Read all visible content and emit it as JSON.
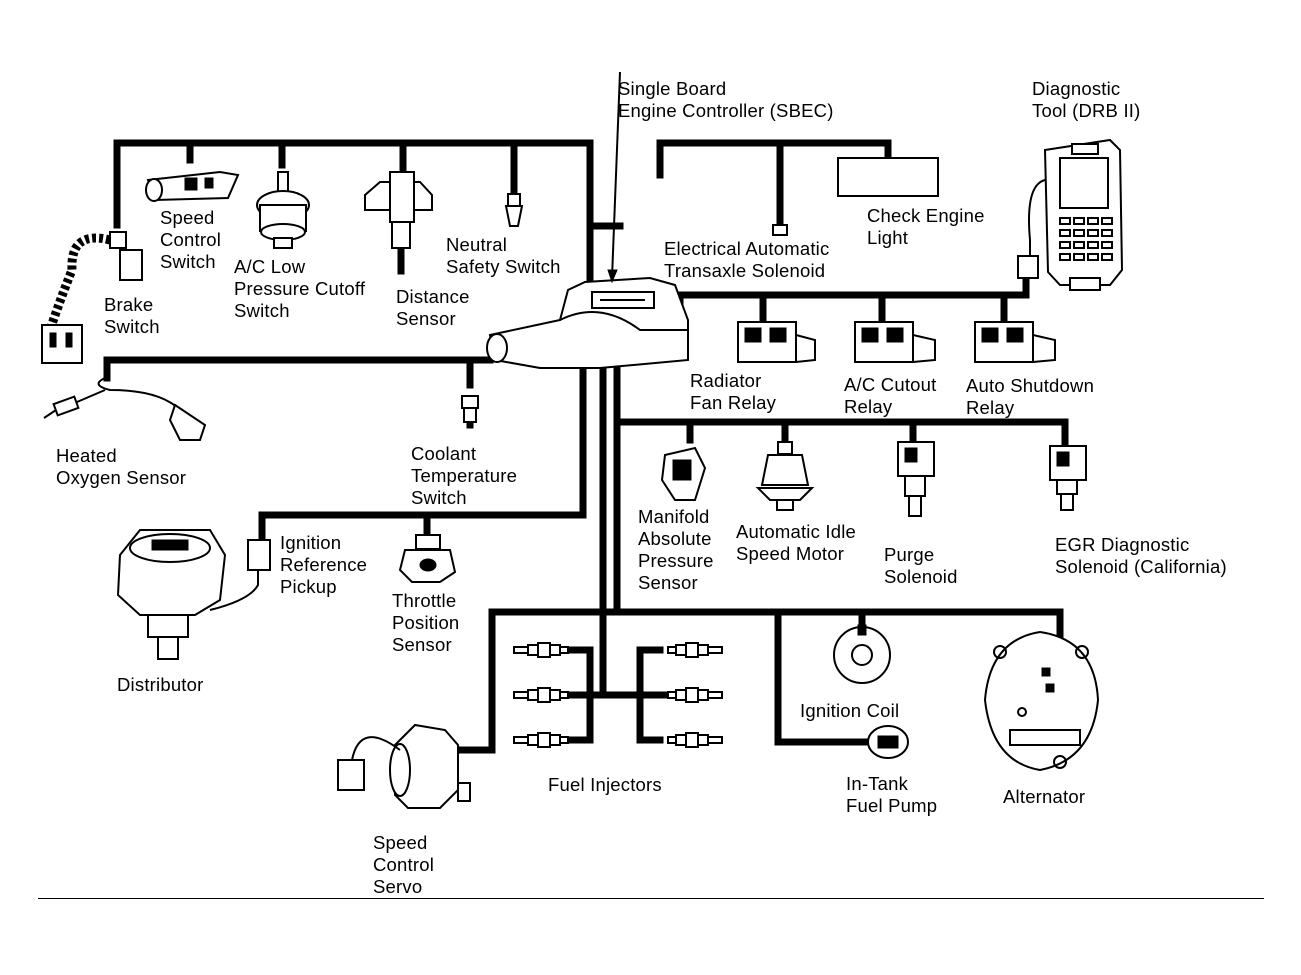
{
  "labels": {
    "sbec": "Single Board\nEngine Controller (SBEC)",
    "diagnostic_tool": "Diagnostic\nTool (DRB II)",
    "speed_control_switch": "Speed\nControl\nSwitch",
    "brake_switch": "Brake\nSwitch",
    "ac_low_pressure": "A/C Low\nPressure Cutoff\nSwitch",
    "distance_sensor": "Distance\nSensor",
    "neutral_safety": "Neutral\nSafety Switch",
    "transaxle_solenoid": "Electrical Automatic\nTransaxle Solenoid",
    "check_engine": "Check Engine\nLight",
    "radiator_fan_relay": "Radiator\nFan Relay",
    "ac_cutout_relay": "A/C Cutout\nRelay",
    "auto_shutdown_relay": "Auto Shutdown\nRelay",
    "heated_oxygen": "Heated\nOxygen Sensor",
    "coolant_temp": "Coolant\nTemperature\nSwitch",
    "map_sensor": "Manifold\nAbsolute\nPressure\nSensor",
    "idle_speed_motor": "Automatic Idle\nSpeed Motor",
    "purge_solenoid": "Purge\nSolenoid",
    "egr_solenoid": "EGR Diagnostic\nSolenoid (California)",
    "ignition_pickup": "Ignition\nReference\nPickup",
    "throttle_position": "Throttle\nPosition\nSensor",
    "distributor": "Distributor",
    "ignition_coil": "Ignition Coil",
    "fuel_injectors": "Fuel Injectors",
    "fuel_pump": "In-Tank\nFuel Pump",
    "alternator": "Alternator",
    "speed_servo": "Speed\nControl\nServo"
  }
}
